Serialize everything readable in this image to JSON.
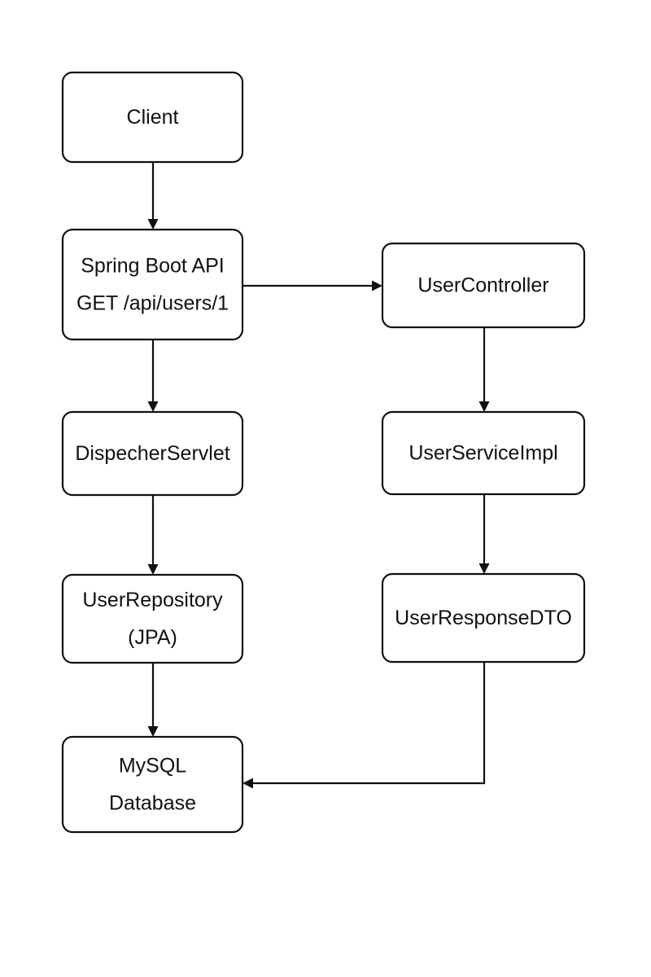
{
  "diagram": {
    "nodes": [
      {
        "id": "client",
        "lines": [
          "Client"
        ]
      },
      {
        "id": "spring-boot-api",
        "lines": [
          "Spring Boot API",
          "GET /api/users/1"
        ]
      },
      {
        "id": "dispatcher-servlet",
        "lines": [
          "DispecherServlet"
        ]
      },
      {
        "id": "user-repository",
        "lines": [
          "UserRepository",
          "(JPA)"
        ]
      },
      {
        "id": "mysql-database",
        "lines": [
          "MySQL",
          "Database"
        ]
      },
      {
        "id": "user-controller",
        "lines": [
          "UserController"
        ]
      },
      {
        "id": "user-service-impl",
        "lines": [
          "UserServiceImpl"
        ]
      },
      {
        "id": "user-response-dto",
        "lines": [
          "UserResponseDTO"
        ]
      }
    ],
    "edges": [
      {
        "from": "client",
        "to": "spring-boot-api"
      },
      {
        "from": "spring-boot-api",
        "to": "dispatcher-servlet"
      },
      {
        "from": "dispatcher-servlet",
        "to": "user-repository"
      },
      {
        "from": "user-repository",
        "to": "mysql-database"
      },
      {
        "from": "spring-boot-api",
        "to": "user-controller"
      },
      {
        "from": "user-controller",
        "to": "user-service-impl"
      },
      {
        "from": "user-service-impl",
        "to": "user-response-dto"
      },
      {
        "from": "user-response-dto",
        "to": "mysql-database"
      }
    ],
    "colors": {
      "stroke": "#111111",
      "background": "#ffffff"
    }
  }
}
